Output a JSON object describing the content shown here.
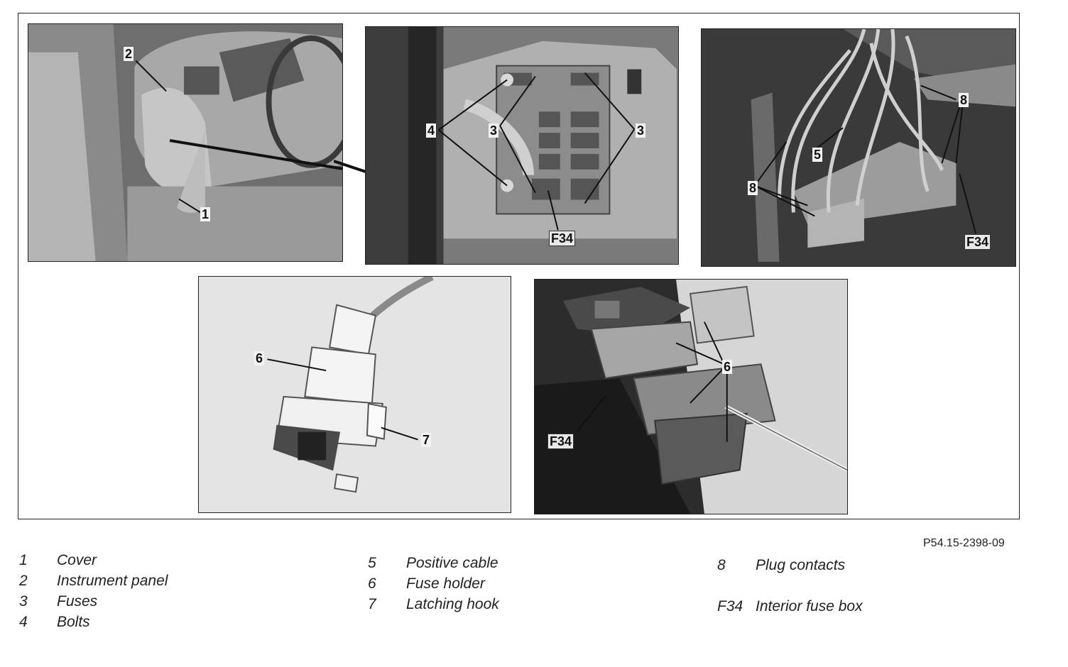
{
  "figure_ref": "P54.15-2398-09",
  "callouts": {
    "p1": [
      "2",
      "1"
    ],
    "p2": [
      "4",
      "3",
      "3",
      "F34"
    ],
    "p3": [
      "8",
      "5",
      "8",
      "F34"
    ],
    "p4": [
      "6",
      "7"
    ],
    "p5": [
      "6",
      "F34"
    ]
  },
  "legend": [
    {
      "num": "1",
      "text": "Cover"
    },
    {
      "num": "2",
      "text": "Instrument panel"
    },
    {
      "num": "3",
      "text": "Fuses"
    },
    {
      "num": "4",
      "text": "Bolts"
    },
    {
      "num": "5",
      "text": "Positive cable"
    },
    {
      "num": "6",
      "text": "Fuse holder"
    },
    {
      "num": "7",
      "text": "Latching hook"
    },
    {
      "num": "8",
      "text": "Plug contacts"
    },
    {
      "num": "F34",
      "text": "Interior fuse box"
    }
  ]
}
